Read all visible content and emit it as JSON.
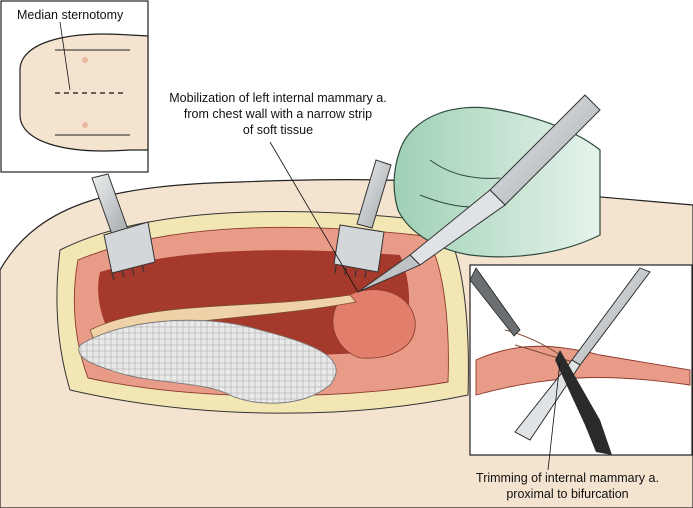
{
  "labels": {
    "median_sternotomy": "Median sternotomy",
    "mobilization": [
      "Mobilization of left internal mammary a.",
      "from chest wall with a narrow strip",
      "of soft tissue"
    ],
    "trimming": [
      "Trimming of internal mammary a.",
      "proximal to bifurcation"
    ]
  },
  "colors": {
    "skin": "#f4e3cf",
    "fat": "#f2e6b4",
    "muscle": "#e89c88",
    "cavity": "#a53a2c",
    "glove": "#b8dcc8",
    "steel": "#c4c7c9",
    "gauze": "#e4e4e4"
  }
}
